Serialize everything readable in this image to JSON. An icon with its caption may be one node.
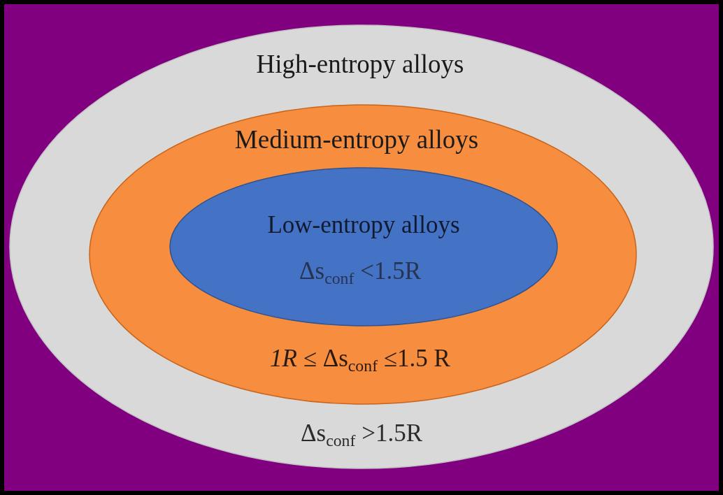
{
  "diagram": {
    "nodes": [
      {
        "text": [
          "High-entropy alloys",
          "Δs$_{conf}$ >1.5R"
        ]
      },
      {
        "text": [
          "Medium-entropy alloys",
          "*1R* ≤ Δs$_{conf}$ ≤1.5 R"
        ],
        "in": 0
      },
      {
        "text": [
          "Low-entropy alloys",
          "Δs$_{conf}$ <1.5R"
        ],
        "in": 1
      }
    ]
  }
}
